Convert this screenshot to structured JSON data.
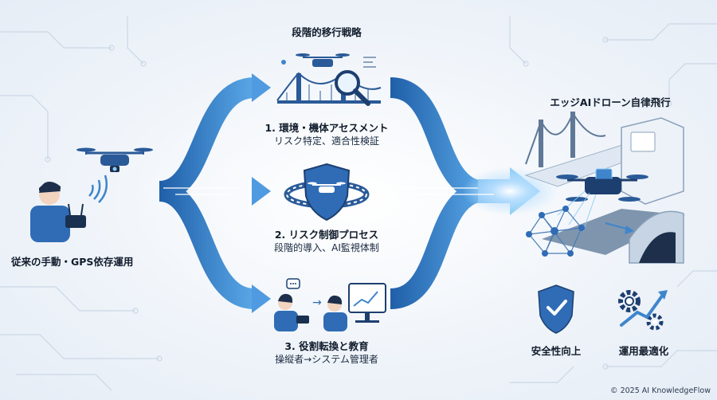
{
  "header": {
    "title": "段階的移行戦略"
  },
  "left": {
    "label": "従来の手動・GPS依存運用"
  },
  "right": {
    "label": "エッジAIドローン自律飛行"
  },
  "steps": [
    {
      "title": "1. 環境・機体アセスメント",
      "subtitle": "リスク特定、適合性検証"
    },
    {
      "title": "2. リスク制御プロセス",
      "subtitle": "段階的導入、AI監視体制"
    },
    {
      "title": "3. 役割転換と教育",
      "subtitle": "操縦者→システム管理者"
    }
  ],
  "outcomes": [
    {
      "label": "安全性向上",
      "icon": "shield-check-icon"
    },
    {
      "label": "運用最適化",
      "icon": "gears-chart-icon"
    }
  ],
  "footer": {
    "copyright": "© 2025 AI KnowledgeFlow"
  },
  "colors": {
    "arrow_dark": "#1f5fa8",
    "arrow_light": "#5aa8e8",
    "accent": "#2f7fd0",
    "line": "#c9d6e6"
  }
}
